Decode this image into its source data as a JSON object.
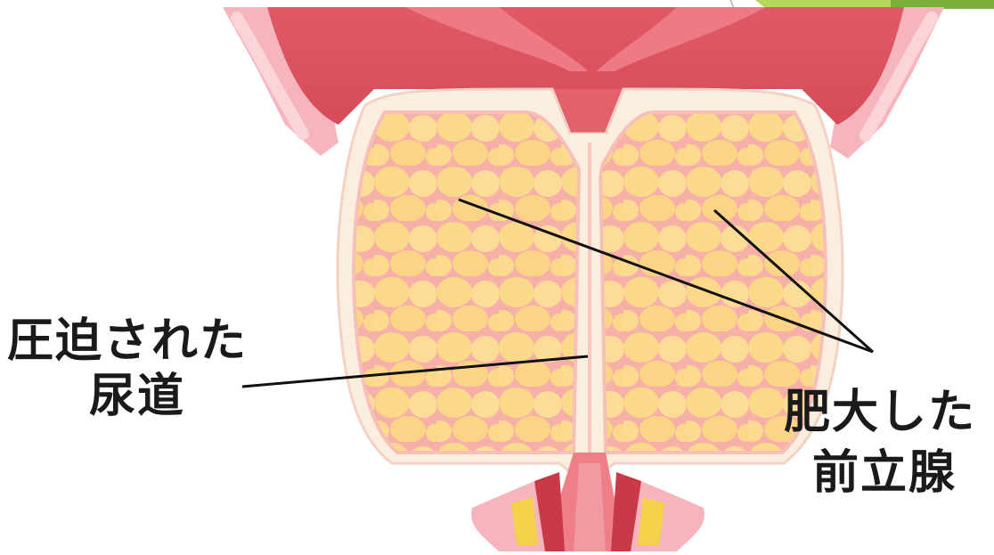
{
  "labels": {
    "compressed_urethra": {
      "line1": "圧迫された",
      "line2": "尿道"
    },
    "enlarged_prostate": {
      "line1": "肥大した",
      "line2": "前立腺"
    }
  },
  "colors": {
    "bladder_red": "#d9505f",
    "bladder_light": "#f07e88",
    "tissue_pink": "#f6b5bd",
    "capsule_cream": "#fbeede",
    "lobule_yellow": "#fbd98a",
    "lobule_outline": "#f3a6a0",
    "corner_green_light": "#b3d85c",
    "corner_green_dark": "#7db03a",
    "leader_line": "#111111"
  }
}
